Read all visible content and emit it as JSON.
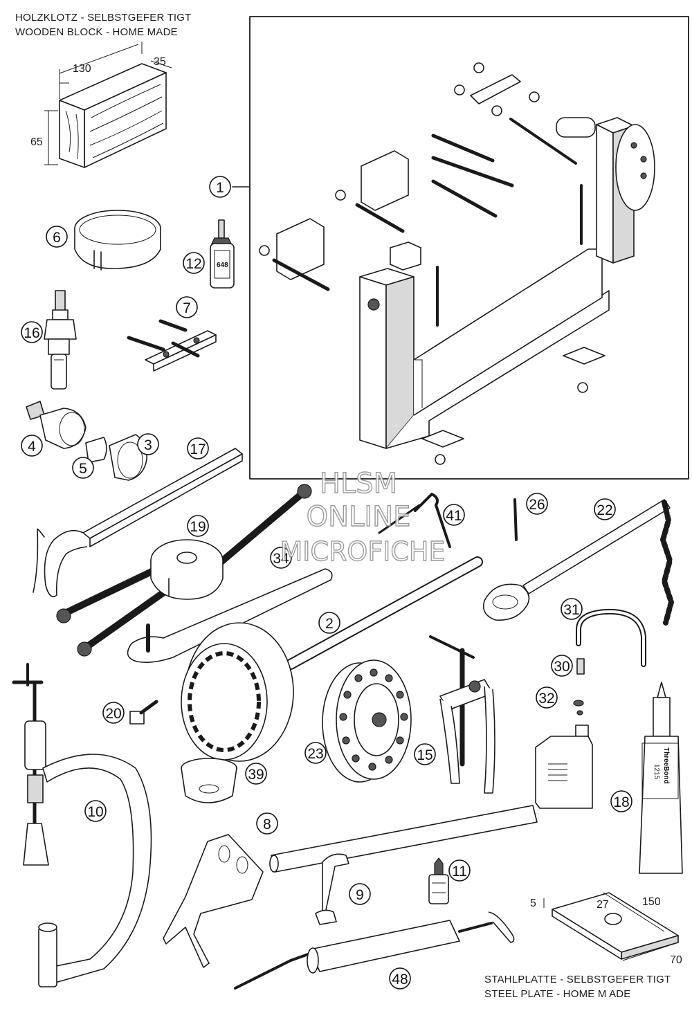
{
  "captions": {
    "wooden_block_de": "HOLZKLOTZ - SELBSTGEFER TIGT",
    "wooden_block_en": "WOODEN BLOCK - HOME MADE",
    "steel_plate_de": "STAHLPLATTE - SELBSTGEFER TIGT",
    "steel_plate_en": "STEEL PLATE - HOME M ADE"
  },
  "dimensions": {
    "block_length": "130",
    "block_width": "35",
    "block_height": "65",
    "plate_thickness": "5",
    "plate_hole": "27",
    "plate_length": "150",
    "plate_width": "70"
  },
  "watermark": {
    "line1": "HLSM",
    "line2": "ONLINE",
    "line3": "MICROFICHE"
  },
  "callouts": [
    {
      "id": "c1",
      "label": "1"
    },
    {
      "id": "c2",
      "label": "2"
    },
    {
      "id": "c3",
      "label": "3"
    },
    {
      "id": "c4",
      "label": "4"
    },
    {
      "id": "c5",
      "label": "5"
    },
    {
      "id": "c6",
      "label": "6"
    },
    {
      "id": "c7",
      "label": "7"
    },
    {
      "id": "c8",
      "label": "8"
    },
    {
      "id": "c9",
      "label": "9"
    },
    {
      "id": "c10",
      "label": "10"
    },
    {
      "id": "c11",
      "label": "11"
    },
    {
      "id": "c12",
      "label": "12"
    },
    {
      "id": "c15",
      "label": "15"
    },
    {
      "id": "c16",
      "label": "16"
    },
    {
      "id": "c17",
      "label": "17"
    },
    {
      "id": "c18",
      "label": "18"
    },
    {
      "id": "c19",
      "label": "19"
    },
    {
      "id": "c20",
      "label": "20"
    },
    {
      "id": "c22",
      "label": "22"
    },
    {
      "id": "c23",
      "label": "23"
    },
    {
      "id": "c26",
      "label": "26"
    },
    {
      "id": "c30",
      "label": "30"
    },
    {
      "id": "c31",
      "label": "31"
    },
    {
      "id": "c32",
      "label": "32"
    },
    {
      "id": "c34",
      "label": "34"
    },
    {
      "id": "c39",
      "label": "39"
    },
    {
      "id": "c41",
      "label": "41"
    },
    {
      "id": "c48",
      "label": "48"
    }
  ],
  "product_labels": {
    "loctite_bottle": "648",
    "threebond_brand": "ThreeBond",
    "threebond_number": "1215"
  }
}
